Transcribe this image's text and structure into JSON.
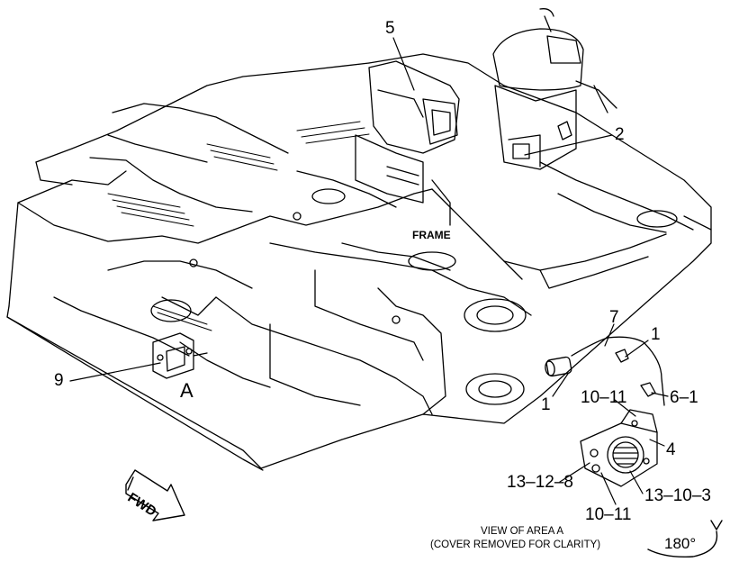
{
  "labels": {
    "c5": "5",
    "c2": "2",
    "c9": "9",
    "area_a": "A",
    "c7": "7",
    "c1_top": "1",
    "c1_bottom": "1",
    "c10_11_top": "10–11",
    "c6_1": "6–1",
    "c4": "4",
    "c13_12_8": "13–12–8",
    "c13_10_3": "13–10–3",
    "c10_11_bottom": "10–11"
  },
  "frame_label": "FRAME",
  "fwd_label": "FWD",
  "view": {
    "line1": "VIEW OF AREA  A",
    "line2": "(COVER REMOVED FOR CLARITY)"
  },
  "rotation": "180°",
  "colors": {
    "line": "#000000",
    "background": "#ffffff"
  }
}
